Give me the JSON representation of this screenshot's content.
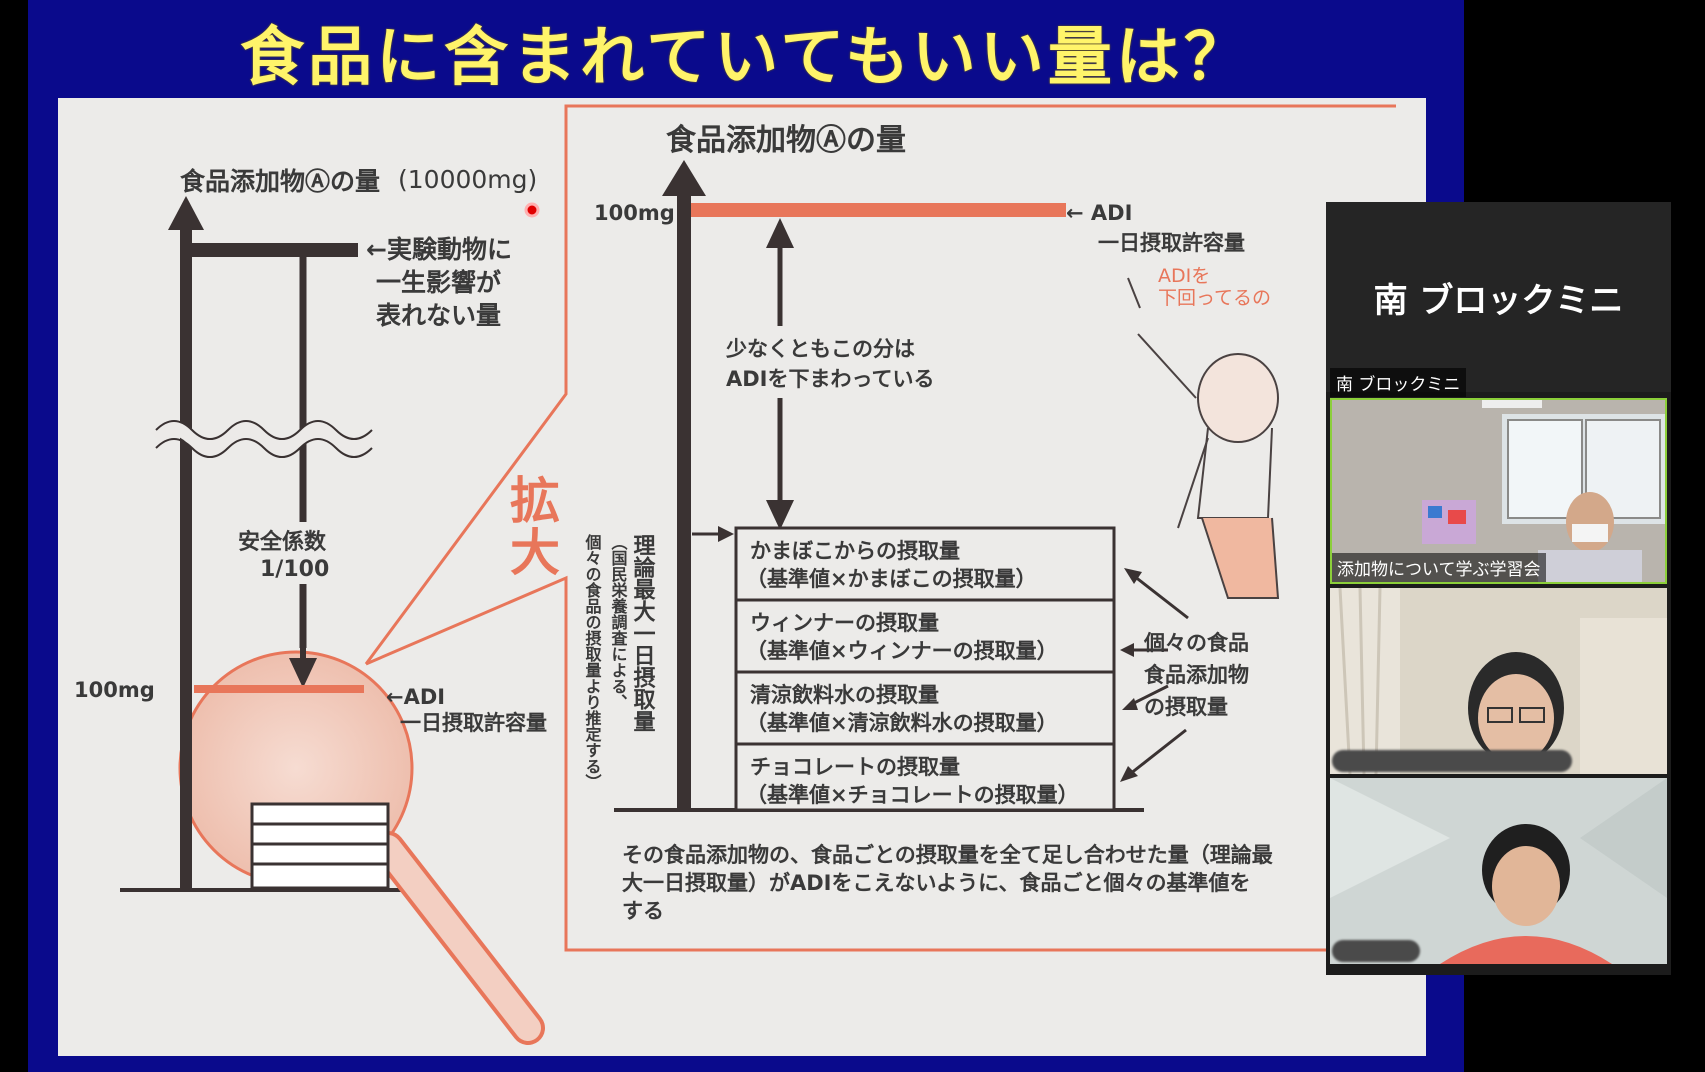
{
  "slide": {
    "title": "食品に含まれていてもいい量は？",
    "colors": {
      "background": "#0a0a8c",
      "title": "#fff46a",
      "accent": "#e8765a"
    },
    "left_diagram": {
      "axis_label": "食品添加物Ⓐの量",
      "axis_amount": "(10000mg)",
      "no_effect_label": [
        "←実験動物に",
        "一生影響が",
        "表れない量"
      ],
      "safety_factor": [
        "安全係数",
        "1/100"
      ],
      "adi_value": "100mg",
      "adi_label": [
        "←ADI",
        "一日摂取許容量"
      ]
    },
    "zoom_word": [
      "拡",
      "大"
    ],
    "right_diagram": {
      "axis_label": "食品添加物Ⓐの量",
      "adi_value": "100mg",
      "adi_label": [
        "← ADI",
        "一日摂取許容量"
      ],
      "margin_text": [
        "少なくともこの分は",
        "ADIを下まわっている"
      ],
      "max_intake_label": "理論最大一日摂取量",
      "max_intake_note": "（国民栄養調査による、",
      "max_intake_note2": "個々の食品の摂取量より推定する）",
      "intake_rows": [
        {
          "title": "かまぼこからの摂取量",
          "detail": "（基準値×かまぼこの摂取量）"
        },
        {
          "title": "ウィンナーの摂取量",
          "detail": "（基準値×ウィンナーの摂取量）"
        },
        {
          "title": "清涼飲料水の摂取量",
          "detail": "（基準値×清涼飲料水の摂取量）"
        },
        {
          "title": "チョコレートの摂取量",
          "detail": "（基準値×チョコレートの摂取量）"
        }
      ],
      "individual_label": [
        "個々の食品",
        "食品添加物",
        "の摂取量"
      ],
      "character_speech": [
        "ADIを",
        "下回ってるの"
      ],
      "footnote": [
        "その食品添加物の、食品ごとの摂取量を全て足し合わせた量（理論最",
        "大一日摂取量）がADIをこえないように、食品ごと個々の基準値を",
        "する"
      ]
    }
  },
  "zoom_panel": {
    "header_name": "南 ブロックミニ",
    "active_speaker_label": "南 ブロックミニ",
    "tiles": [
      {
        "label": "添加物について学ぶ学習会"
      },
      {
        "label": ""
      },
      {
        "label": ""
      }
    ]
  }
}
